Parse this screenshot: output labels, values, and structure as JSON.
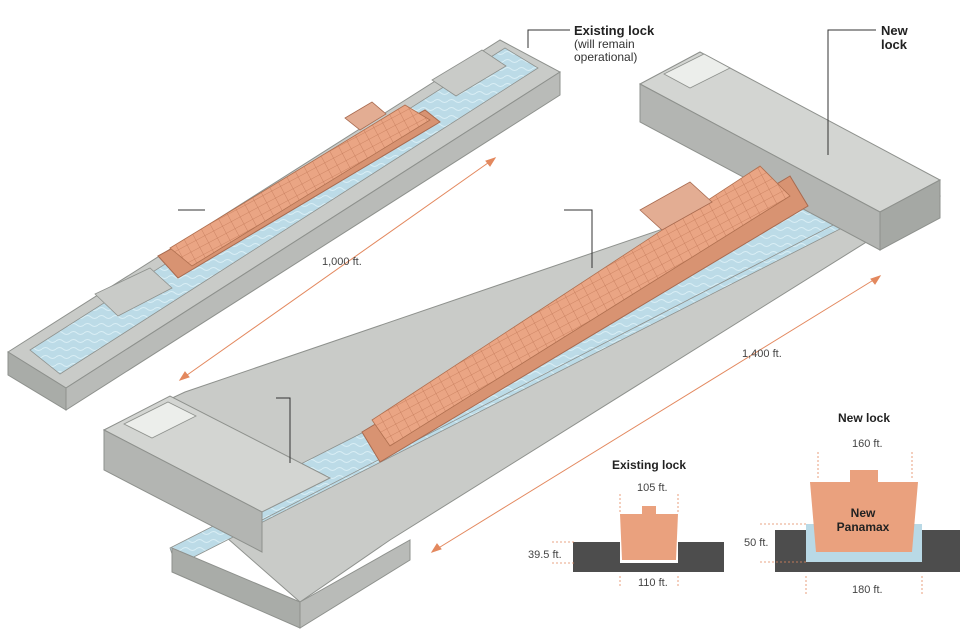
{
  "labels": {
    "existing_lock_title": "Existing lock",
    "existing_lock_note": "(will remain operational)",
    "new_lock_title": "New lock",
    "len_existing": "1,000 ft.",
    "len_new": "1,400 ft."
  },
  "cross_sections": {
    "existing": {
      "title": "Existing lock",
      "top_width": "105 ft.",
      "bottom_width": "110 ft.",
      "depth": "39.5 ft."
    },
    "new": {
      "title": "New lock",
      "top_width": "160 ft.",
      "bottom_width": "180 ft.",
      "depth": "50 ft.",
      "ship_label": "New Panamax"
    }
  },
  "colors": {
    "concrete": "#c9cbc8",
    "concrete_dark": "#a9aca8",
    "water": "#b9d9e6",
    "ship": "#e9a88a",
    "container": "#e7a27f",
    "ground": "#4d4d4d",
    "dim_line": "#e3885e"
  }
}
